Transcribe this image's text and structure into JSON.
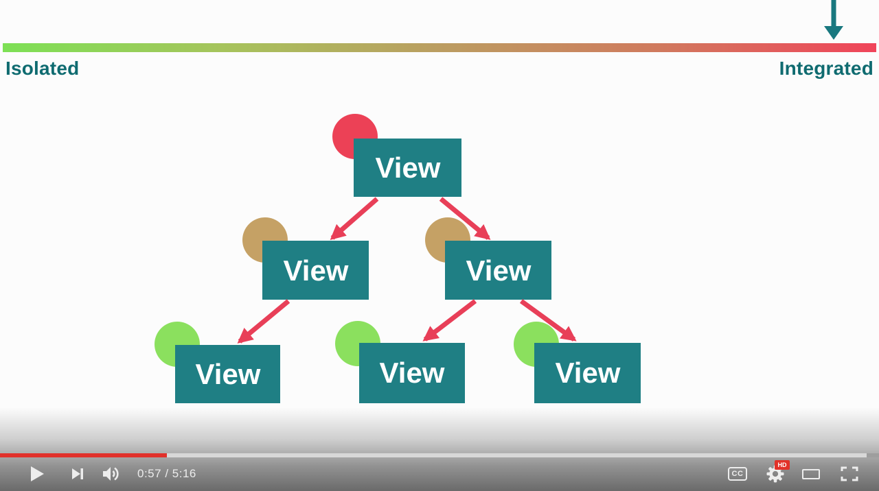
{
  "video_overlay": {
    "spectrum": {
      "left_label": "Isolated",
      "right_label": "Integrated",
      "gradient_start_color": "#7de055",
      "gradient_mid_color": "#bb9d61",
      "gradient_end_color": "#f0445a",
      "pointer": {
        "icon": "down-arrow-icon",
        "color": "#19787f",
        "points_at": "Integrated end of spectrum"
      }
    },
    "diagram": {
      "description": "Tree of View components, each tagged with a colored dot matching the isolated-integrated spectrum",
      "box_color": "#1f7f84",
      "edge_color": "#e83f58",
      "nodes": [
        {
          "id": "view-root",
          "label": "View",
          "dot_color": "#ec4156"
        },
        {
          "id": "view-mid-left",
          "label": "View",
          "dot_color": "#c5a165"
        },
        {
          "id": "view-mid-right",
          "label": "View",
          "dot_color": "#c5a165"
        },
        {
          "id": "view-bottom-left",
          "label": "View",
          "dot_color": "#8be05e"
        },
        {
          "id": "view-bottom-middle",
          "label": "View",
          "dot_color": "#8be05e"
        },
        {
          "id": "view-bottom-right",
          "label": "View",
          "dot_color": "#8be05e"
        }
      ],
      "edges": [
        {
          "from": "view-root",
          "to": "view-mid-left"
        },
        {
          "from": "view-root",
          "to": "view-mid-right"
        },
        {
          "from": "view-mid-left",
          "to": "view-bottom-left"
        },
        {
          "from": "view-mid-right",
          "to": "view-bottom-middle"
        },
        {
          "from": "view-mid-right",
          "to": "view-bottom-right"
        }
      ]
    }
  },
  "player_controls": {
    "progress": {
      "played_pct": "19%",
      "buffered_pct": "98.6%",
      "played_color": "#e1312b"
    },
    "play_button_icon": "play-icon",
    "next_button_icon": "next-icon",
    "volume_button_icon": "volume-icon",
    "time_display": {
      "current": "0:57",
      "separator": " / ",
      "duration": "5:16"
    },
    "captions_label": "CC",
    "settings_button_icon": "gear-icon",
    "hd_badge": "HD",
    "theater_button_icon": "theater-icon",
    "fullscreen_button_icon": "fullscreen-icon"
  }
}
